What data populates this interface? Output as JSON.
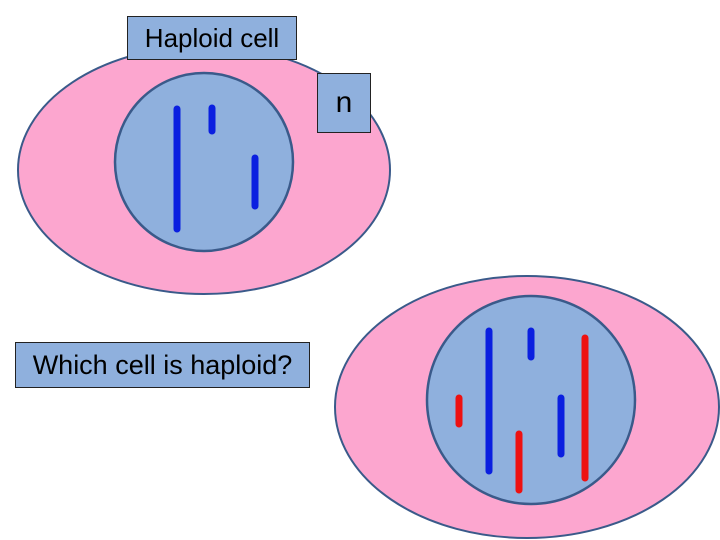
{
  "labels": {
    "title": "Haploid cell",
    "ploidy": "n",
    "question": "Which cell is haploid?"
  },
  "colors": {
    "cytoplasm": "#fca6cf",
    "nucleus": "#8fb0dd",
    "outline": "#3a5a8a",
    "maternal_chromosome": "#0a1fe0",
    "paternal_chromosome": "#ee1111"
  },
  "cells": [
    {
      "name": "haploid-cell",
      "chromosome_count": 3,
      "chromosomes": [
        {
          "color": "blue",
          "size": "long"
        },
        {
          "color": "blue",
          "size": "short"
        },
        {
          "color": "blue",
          "size": "medium"
        }
      ]
    },
    {
      "name": "diploid-cell",
      "chromosome_count": 6,
      "chromosomes": [
        {
          "color": "red",
          "size": "short"
        },
        {
          "color": "blue",
          "size": "long"
        },
        {
          "color": "red",
          "size": "medium"
        },
        {
          "color": "blue",
          "size": "short"
        },
        {
          "color": "blue",
          "size": "medium"
        },
        {
          "color": "red",
          "size": "long"
        }
      ]
    }
  ]
}
